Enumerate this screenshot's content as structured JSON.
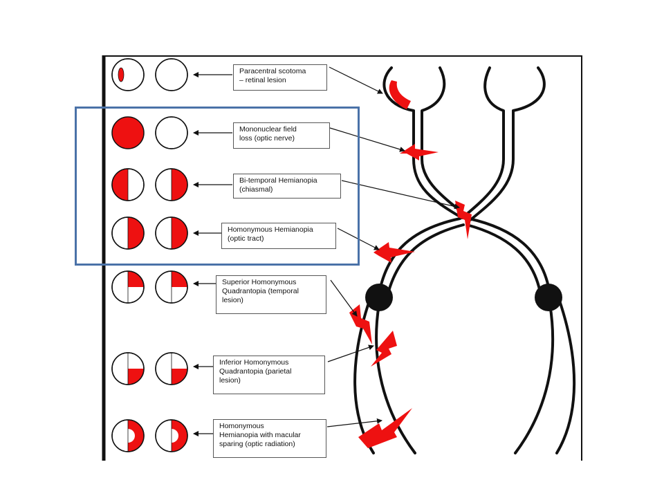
{
  "colors": {
    "lesion": "#ee1111",
    "pathway": "#111111",
    "highlight": "#4a72a8",
    "background": "#ffffff"
  },
  "labels": {
    "paracentral": "Paracentral scotoma\n– retinal lesion",
    "mononuclear": "Mononuclear field\nloss (optic nerve)",
    "bitemporal": "Bi-temporal Hemianopia\n(chiasmal)",
    "homonymous": "Homonymous Hemianopia\n(optic tract)",
    "superior": "Superior Homonymous\nQuadrantopia (temporal\nlesion)",
    "inferior": "Inferior Homonymous\nQuadrantopia (parietal\nlesion)",
    "macular": "Homonymous\nHemianopia with macular\nsparing (optic radiation)"
  },
  "visual_field_defects": [
    {
      "key": "paracentral",
      "left_eye": "small-central-scotoma",
      "right_eye": "normal"
    },
    {
      "key": "mononuclear",
      "left_eye": "full-loss",
      "right_eye": "normal"
    },
    {
      "key": "bitemporal",
      "left_eye": "left-half-loss",
      "right_eye": "right-half-loss"
    },
    {
      "key": "homonymous",
      "left_eye": "right-half-loss",
      "right_eye": "right-half-loss"
    },
    {
      "key": "superior",
      "left_eye": "upper-right-quadrant-loss",
      "right_eye": "upper-right-quadrant-loss"
    },
    {
      "key": "inferior",
      "left_eye": "lower-right-quadrant-loss",
      "right_eye": "lower-right-quadrant-loss"
    },
    {
      "key": "macular",
      "left_eye": "right-half-loss-macular-sparing",
      "right_eye": "right-half-loss-macular-sparing"
    }
  ],
  "highlighted_group": [
    "mononuclear",
    "bitemporal",
    "homonymous"
  ]
}
